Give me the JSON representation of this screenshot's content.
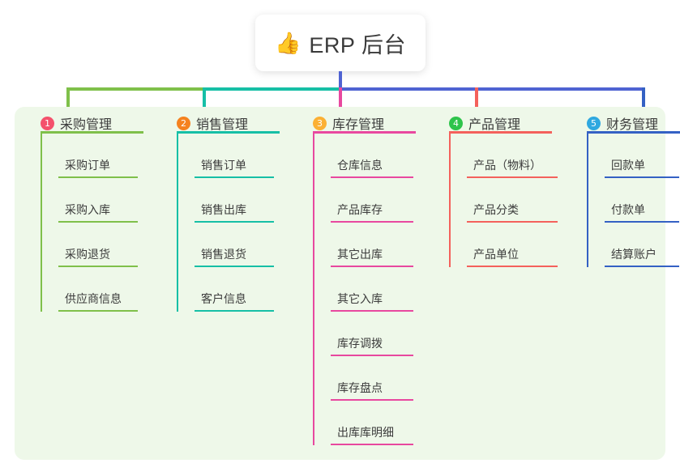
{
  "root": {
    "emoji": "👍",
    "icon_name": "thumbs-up-icon",
    "title": "ERP 后台"
  },
  "colors": {
    "panel_background": "#eef8e9",
    "page_background": "#ffffff",
    "root_stem": "#4f63d2",
    "bus_left": "#7fc04a",
    "bus_mid": "#16bfa6",
    "bus_right": "#4f63d2"
  },
  "columns": [
    {
      "number": "1",
      "label": "采购管理",
      "badge_color": "#f4516c",
      "line_color": "#7fc04a",
      "items": [
        "采购订单",
        "采购入库",
        "采购退货",
        "供应商信息"
      ]
    },
    {
      "number": "2",
      "label": "销售管理",
      "badge_color": "#f5821f",
      "line_color": "#16bfa6",
      "items": [
        "销售订单",
        "销售出库",
        "销售退货",
        "客户信息"
      ]
    },
    {
      "number": "3",
      "label": "库存管理",
      "badge_color": "#fbb034",
      "line_color": "#e8489f",
      "items": [
        "仓库信息",
        "产品库存",
        "其它出库",
        "其它入库",
        "库存调拨",
        "库存盘点",
        "出库库明细"
      ]
    },
    {
      "number": "4",
      "label": "产品管理",
      "badge_color": "#2ec44b",
      "line_color": "#f4615c",
      "items": [
        "产品（物料）",
        "产品分类",
        "产品单位"
      ]
    },
    {
      "number": "5",
      "label": "财务管理",
      "badge_color": "#2fa8e0",
      "line_color": "#3461c4",
      "items": [
        "回款单",
        "付款单",
        "结算账户"
      ]
    }
  ]
}
